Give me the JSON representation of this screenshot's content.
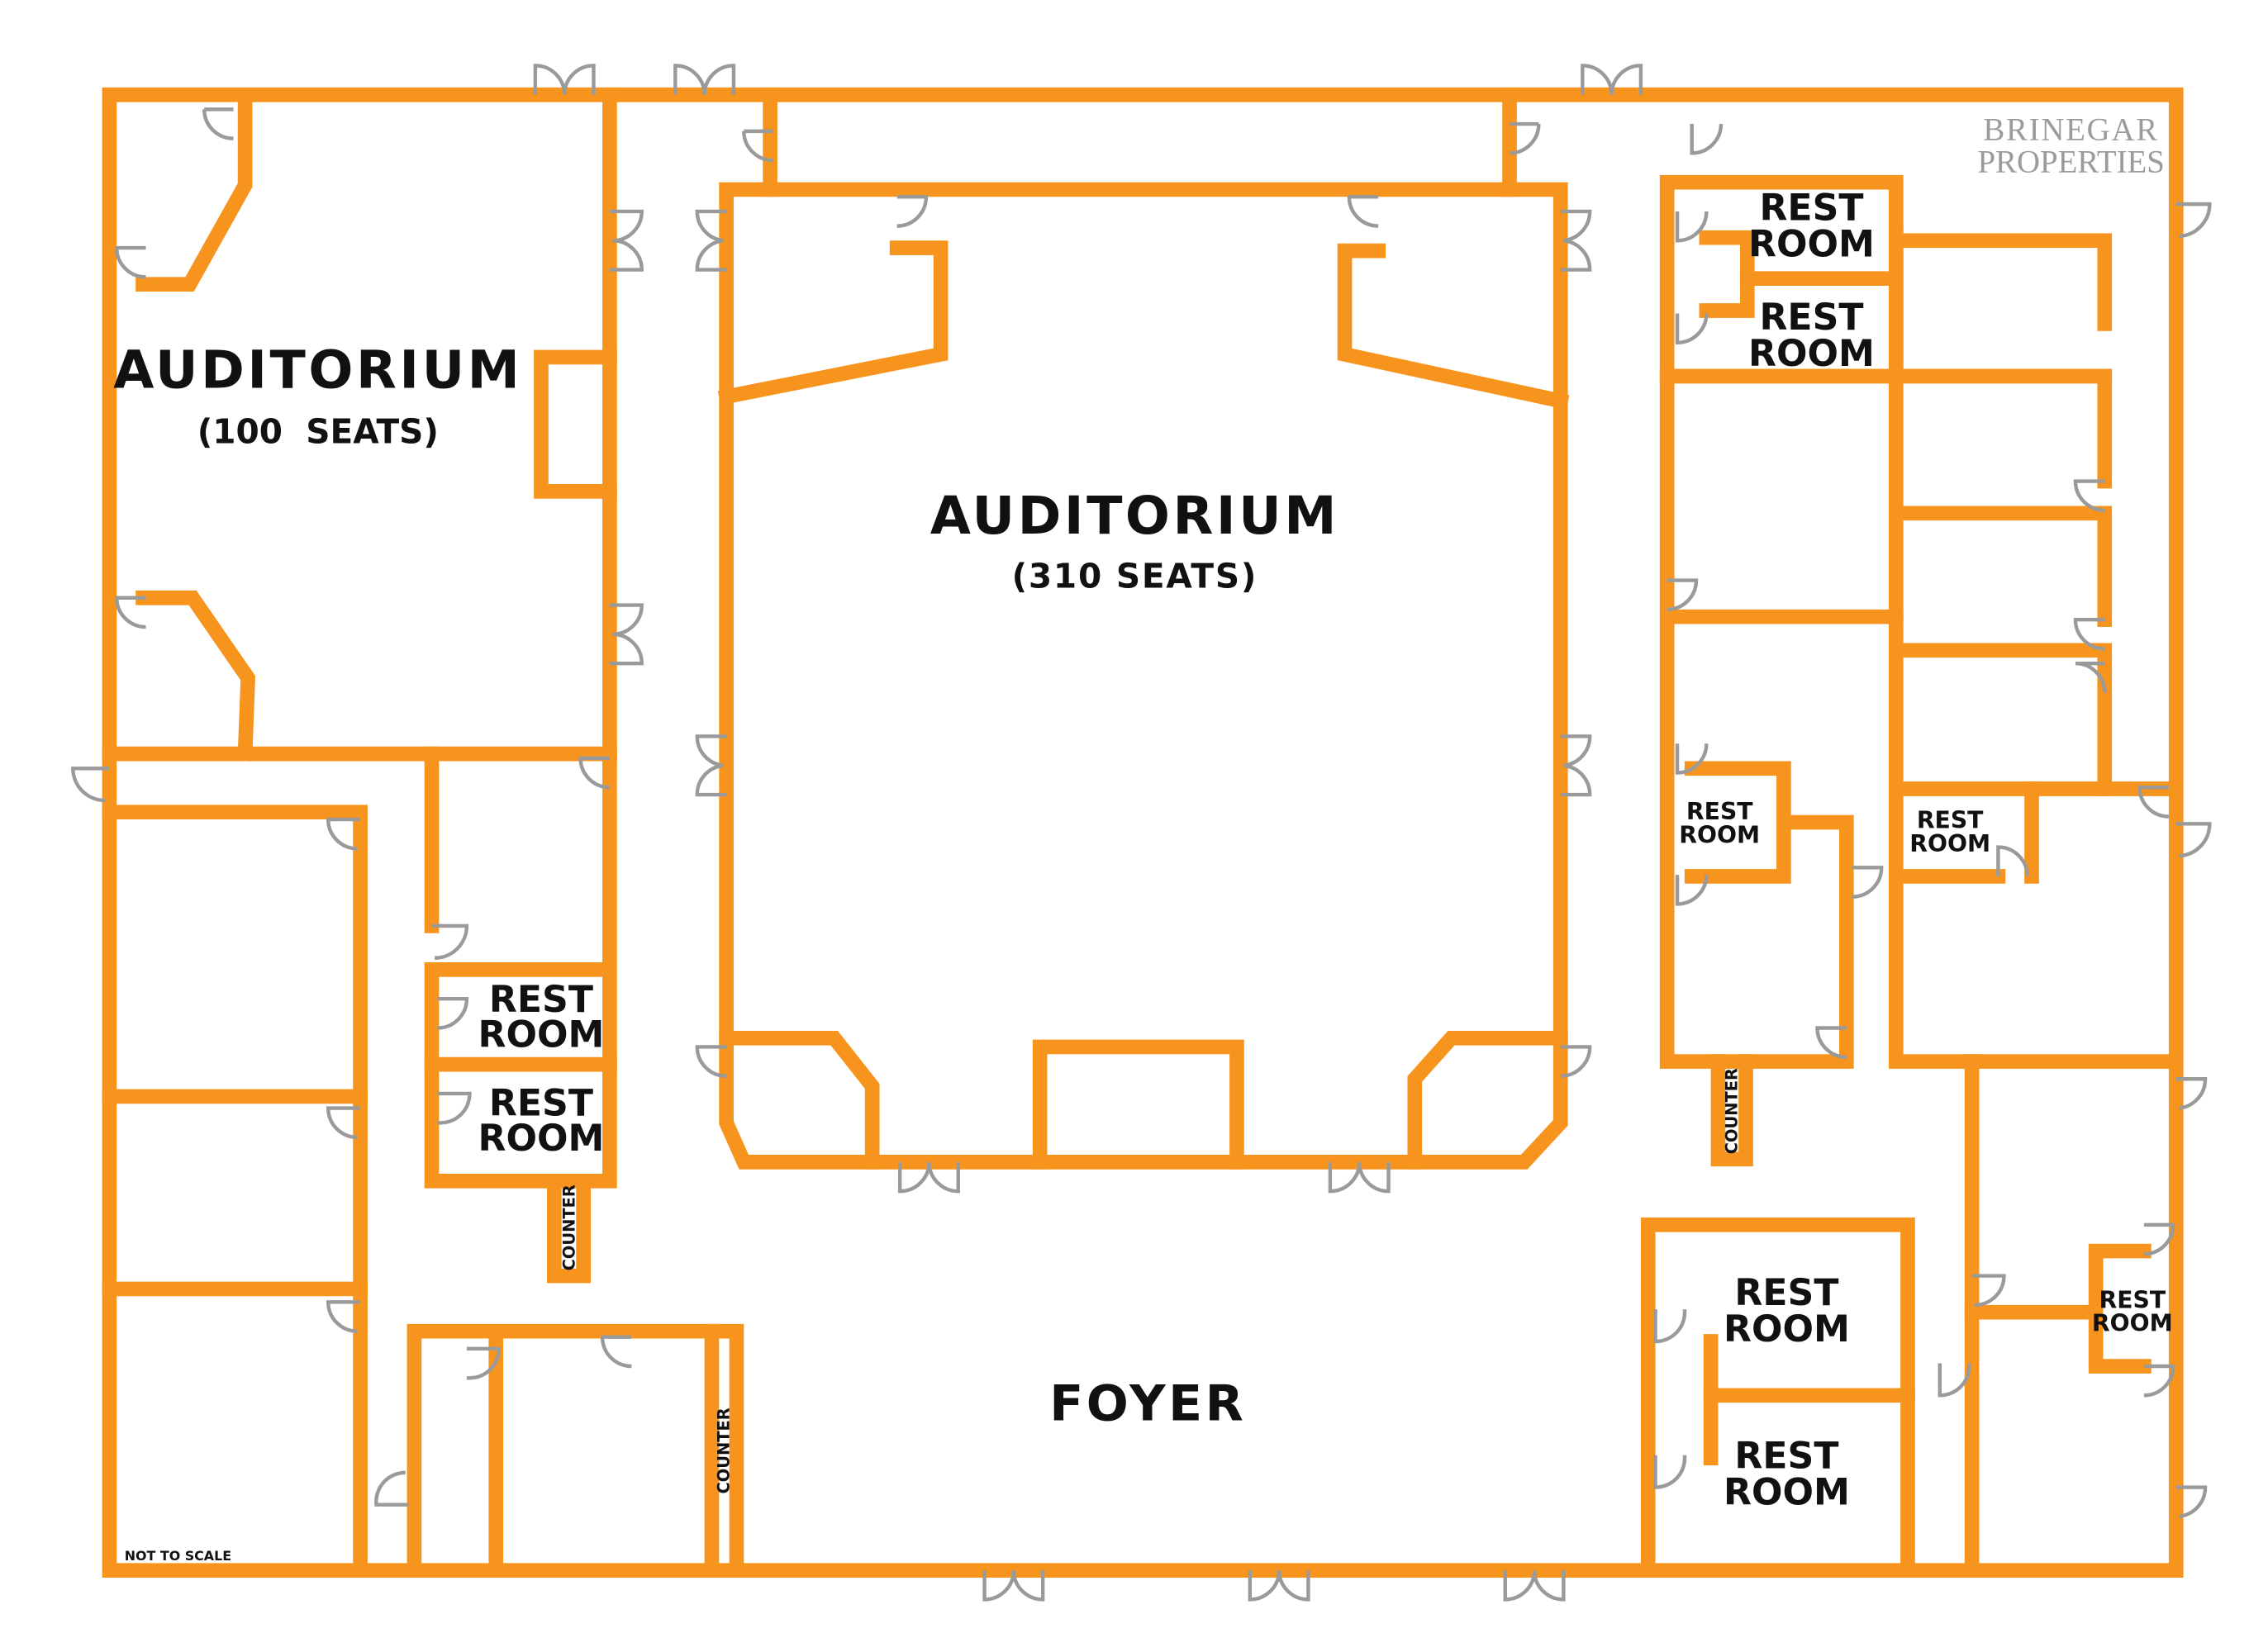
{
  "brand": {
    "line1": "BRINEGAR",
    "line2": "PROPERTIES"
  },
  "note": "NOT TO SCALE",
  "rooms": {
    "aud_small_name": "AUDITORIUM",
    "aud_small_seats": "(100  SEATS)",
    "aud_large_name": "AUDITORIUM",
    "aud_large_seats": "(310 SEATS)",
    "foyer": "FOYER",
    "rest_word1": "REST",
    "rest_word2": "ROOM",
    "counter": "COUNTER"
  },
  "colors": {
    "wall": "#f7941d",
    "door": "#9a9a9a",
    "text": "#111111",
    "brand": "#9b9b9b"
  }
}
